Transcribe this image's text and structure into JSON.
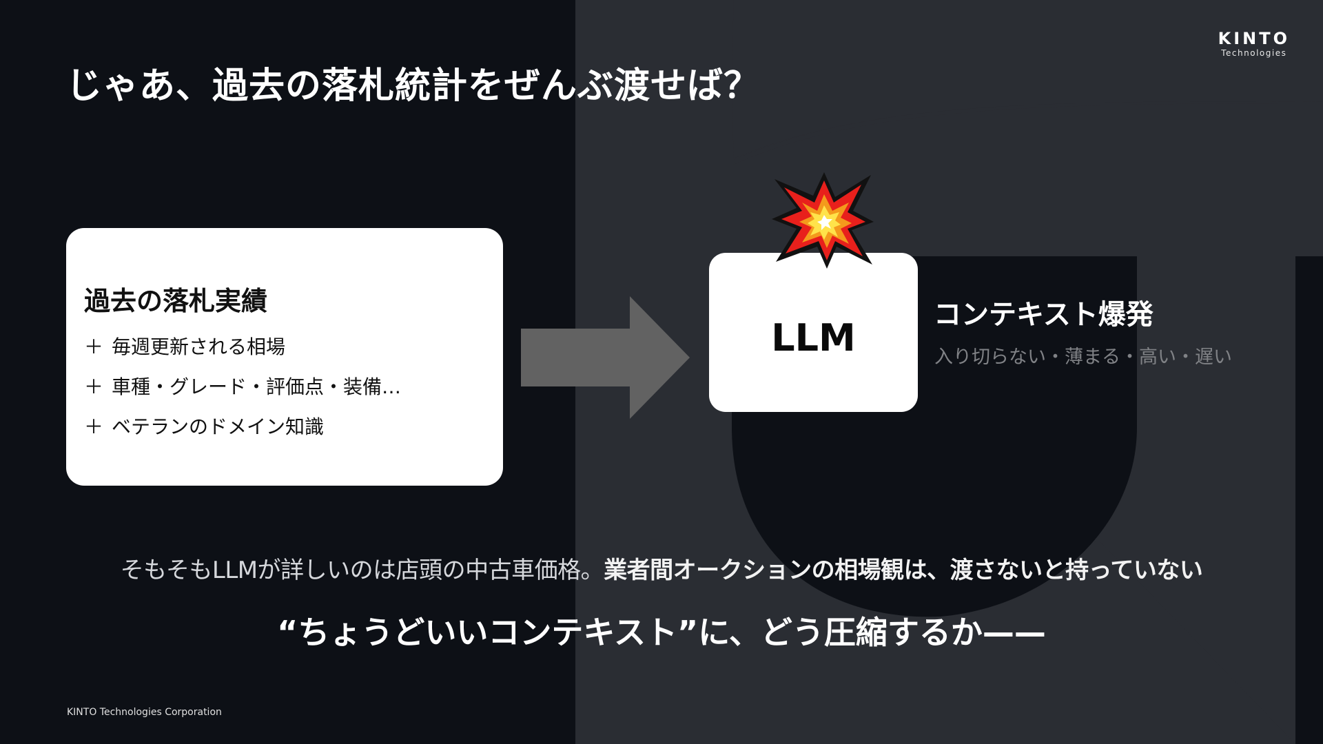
{
  "slide": {
    "title": "じゃあ、過去の落札統計をぜんぶ渡せば？",
    "logo": {
      "main": "KINTO",
      "sub": "Technologies"
    }
  },
  "past_card": {
    "title": "過去の落札実績",
    "items": [
      {
        "icon": "plus",
        "label": "毎週更新される相場"
      },
      {
        "icon": "plus",
        "label": "車種・グレード・評価点・装備…"
      },
      {
        "icon": "plus",
        "label": "ベテランのドメイン知識"
      }
    ]
  },
  "llm": {
    "label": "LLM",
    "icon": "explosion-icon"
  },
  "context": {
    "title": "コンテキスト爆発",
    "subtitle": "入り切らない・薄まる・高い・遅い"
  },
  "bottom": {
    "line1_normal": "そもそもLLMが詳しいのは店頭の中古車価格。",
    "line1_bold": "業者間オークションの相場観は、渡さないと持っていない",
    "line2": "“ちょうどいいコンテキスト”に、どう圧縮するか——"
  },
  "footer": {
    "text": "KINTO Technologies Corporation"
  },
  "colors": {
    "background": "#0d1016",
    "background_graphic": "#2a2d33",
    "arrow": "#626262",
    "card": "#ffffff",
    "muted_text": "#808286",
    "explosion_red": "#e8201c",
    "explosion_orange": "#f49a1c",
    "explosion_yellow": "#ffe34a"
  }
}
